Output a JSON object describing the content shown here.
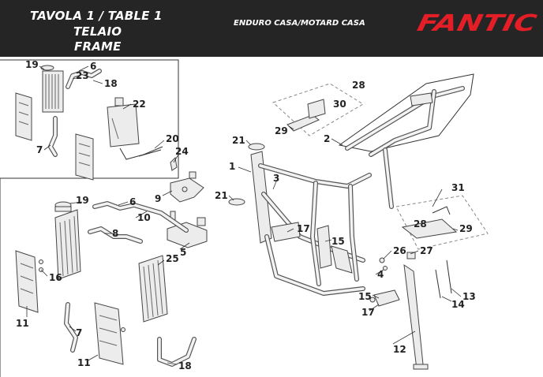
{
  "header": {
    "title_line1": "TAVOLA 1  /  TABLE 1",
    "title_line2": "TELAIO",
    "title_line3": "FRAME",
    "subtitle": "ENDURO CASA/MOTARD CASA",
    "logo_text": "FANTIC",
    "background_color": "#252525",
    "logo_color": "#e41e26"
  },
  "callouts": {
    "inset": [
      "19",
      "23",
      "6",
      "18",
      "22",
      "7",
      "20"
    ],
    "lower_left": [
      "24",
      "9",
      "19",
      "6",
      "10",
      "8",
      "5",
      "16",
      "25",
      "11",
      "7",
      "11",
      "18"
    ],
    "frame": [
      "28",
      "30",
      "29",
      "2",
      "21",
      "1",
      "3",
      "21",
      "17",
      "15",
      "26",
      "27",
      "4",
      "15",
      "17",
      "12",
      "31",
      "28",
      "29",
      "13",
      "14"
    ]
  }
}
